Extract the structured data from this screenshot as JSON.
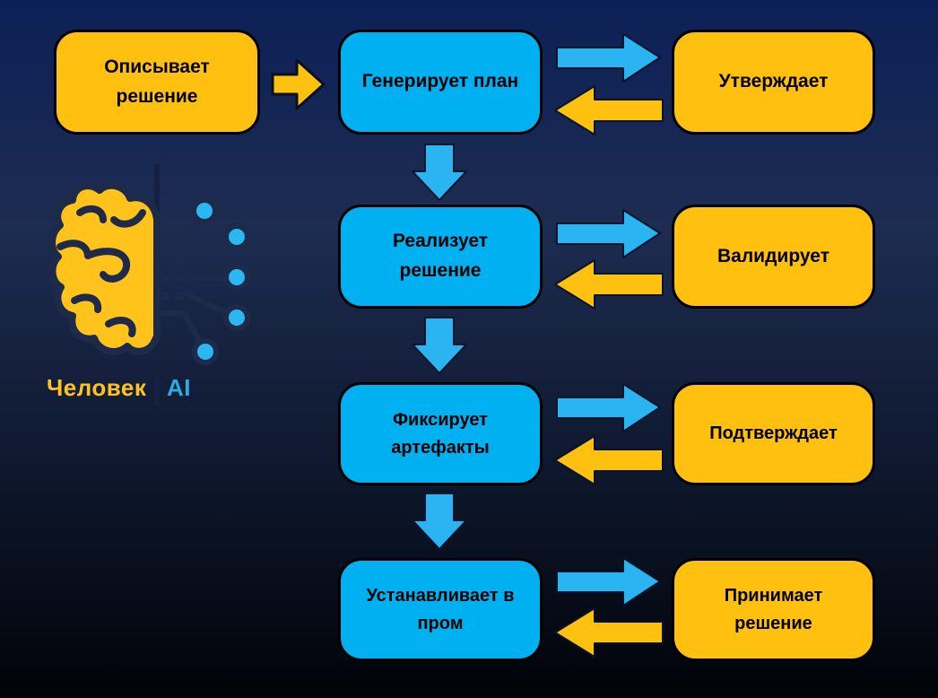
{
  "slide": {
    "legend": {
      "human_label": "Человек",
      "ai_label": "AI"
    },
    "icon": {
      "name": "half-brain-half-circuit",
      "human_side": "brain",
      "ai_side": "circuit-nodes"
    },
    "flow": {
      "start": {
        "actor": "human",
        "label": "Описывает\nрешение"
      },
      "rows": [
        {
          "ai_label": "Генерирует план",
          "human_label": "Утверждает"
        },
        {
          "ai_label": "Реализует\nрешение",
          "human_label": "Валидирует"
        },
        {
          "ai_label": "Фиксирует\nартефакты",
          "human_label": "Подтверждает"
        },
        {
          "ai_label": "Устанавливает в\nпром",
          "human_label": "Принимает\nрешение"
        }
      ]
    }
  },
  "colors": {
    "human_accent": "#FFC010",
    "ai_accent": "#00B0F0",
    "arrow_ai": "#2AB4F2",
    "arrow_human": "#FFC110",
    "box_border": "#000000",
    "background_top": "#0C2057",
    "background_bottom": "#010308",
    "label_human": "#FFC31E",
    "label_ai": "#2AACE3",
    "icon_outline": "#1E2A4A"
  }
}
